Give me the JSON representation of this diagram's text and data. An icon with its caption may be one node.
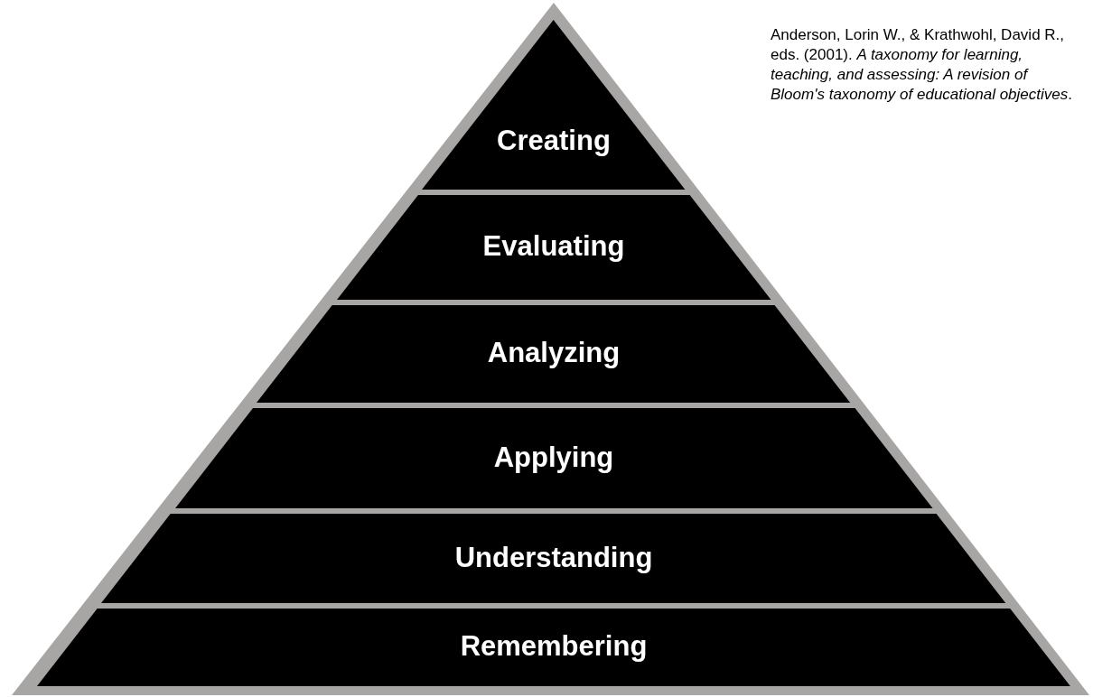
{
  "diagram": {
    "nodes": [
      {
        "text": [
          "Creating"
        ]
      },
      {
        "text": [
          "Evaluating"
        ]
      },
      {
        "text": [
          "Analyzing"
        ]
      },
      {
        "text": [
          "Applying"
        ]
      },
      {
        "text": [
          "Understanding"
        ]
      },
      {
        "text": [
          "Remembering"
        ]
      }
    ],
    "labels": [
      "Anderson, Lorin W., & Krathwohl, David R., eds. (2001). *A taxonomy for learning, teaching, and assessing: A revision of Bloom's taxonomy of educational objectives*."
    ]
  }
}
